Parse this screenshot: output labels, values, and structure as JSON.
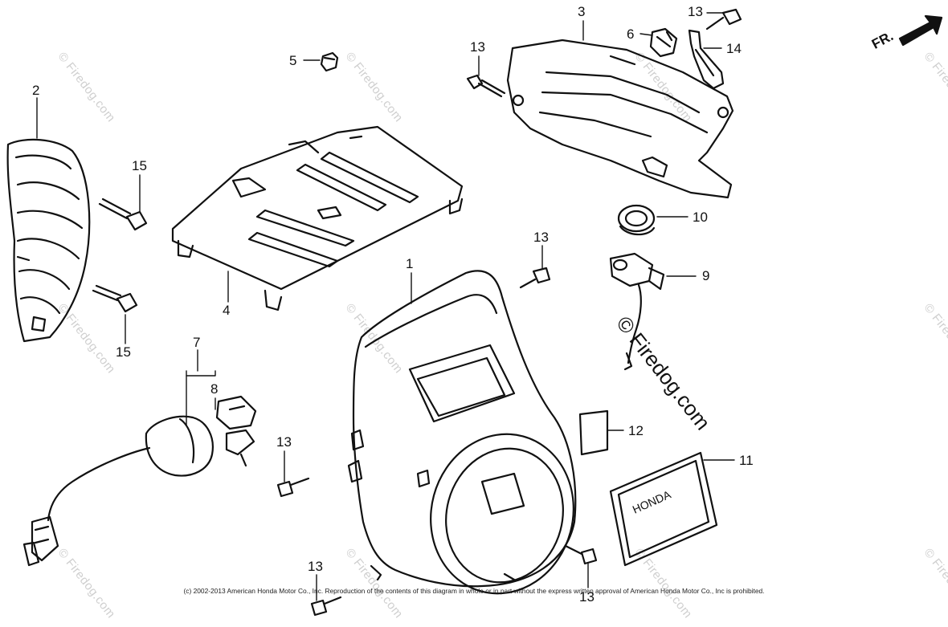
{
  "watermark": "© Firedog.com",
  "watermark_large": "© Firedog.com",
  "front_label": "FR.",
  "copyright": "(c) 2002-2013 American Honda Motor Co., Inc. Reproduction of the contents of this diagram in whole or in part without the express written approval of American Honda Motor Co., Inc is prohibited.",
  "nameplate_text": "HONDA",
  "callouts": [
    {
      "id": "c1",
      "label": "1"
    },
    {
      "id": "c2",
      "label": "2"
    },
    {
      "id": "c3",
      "label": "3"
    },
    {
      "id": "c4",
      "label": "4"
    },
    {
      "id": "c5",
      "label": "5"
    },
    {
      "id": "c6",
      "label": "6"
    },
    {
      "id": "c7",
      "label": "7"
    },
    {
      "id": "c8",
      "label": "8"
    },
    {
      "id": "c9",
      "label": "9"
    },
    {
      "id": "c10",
      "label": "10"
    },
    {
      "id": "c11",
      "label": "11"
    },
    {
      "id": "c12",
      "label": "12"
    },
    {
      "id": "c13a",
      "label": "13"
    },
    {
      "id": "c13b",
      "label": "13"
    },
    {
      "id": "c13c",
      "label": "13"
    },
    {
      "id": "c13d",
      "label": "13"
    },
    {
      "id": "c13e",
      "label": "13"
    },
    {
      "id": "c13f",
      "label": "13"
    },
    {
      "id": "c14",
      "label": "14"
    },
    {
      "id": "c15a",
      "label": "15"
    },
    {
      "id": "c15b",
      "label": "15"
    }
  ]
}
